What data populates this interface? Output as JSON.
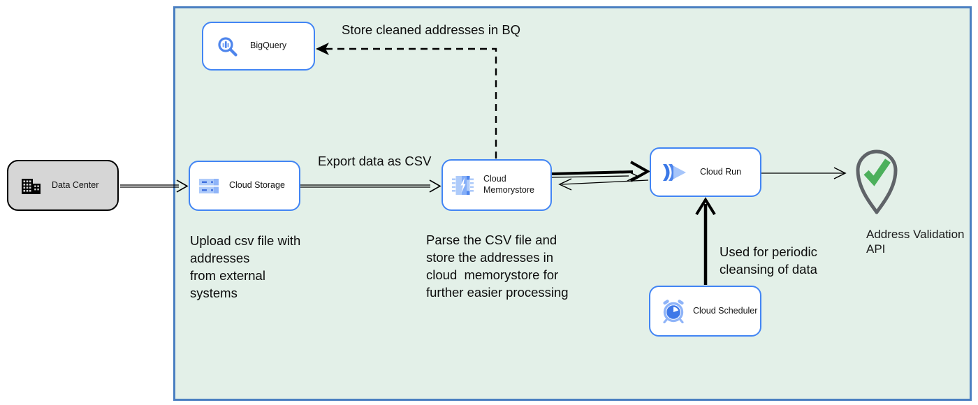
{
  "nodes": {
    "data_center": {
      "label": "Data Center",
      "icon": "building-icon"
    },
    "bigquery": {
      "label": "BigQuery",
      "icon": "bigquery-icon"
    },
    "cloud_storage": {
      "label": "Cloud Storage",
      "icon": "cloud-storage-icon"
    },
    "cloud_memorystore": {
      "label": "Cloud Memorystore",
      "icon": "memorystore-icon"
    },
    "cloud_run": {
      "label": "Cloud Run",
      "icon": "cloud-run-icon"
    },
    "cloud_scheduler": {
      "label": "Cloud Scheduler",
      "icon": "scheduler-icon"
    },
    "address_validation": {
      "label": "Address Validation API",
      "icon": "location-pin-check-icon"
    }
  },
  "annotations": {
    "store_bq": "Store cleaned addresses in BQ",
    "export_csv": "Export data as CSV",
    "upload_note": "Upload csv file with\naddresses\nfrom external\nsystems",
    "parse_note": "Parse the CSV file and\nstore the addresses in\ncloud  memorystore for\nfurther easier processing",
    "scheduler_note": "Used for periodic\ncleansing of data"
  },
  "colors": {
    "container_bg": "#e3f0e8",
    "container_border": "#4a7fc1",
    "node_border": "#4285f4",
    "node_fill": "#ffffff",
    "datacenter_fill": "#d6d6d6",
    "arrow_black": "#000000",
    "pin_outline": "#5f6368",
    "check_green": "#4cb05c",
    "icon_blue_dark": "#3e78e8",
    "icon_blue": "#4e85ec",
    "icon_blue_light": "#aecbfa"
  }
}
